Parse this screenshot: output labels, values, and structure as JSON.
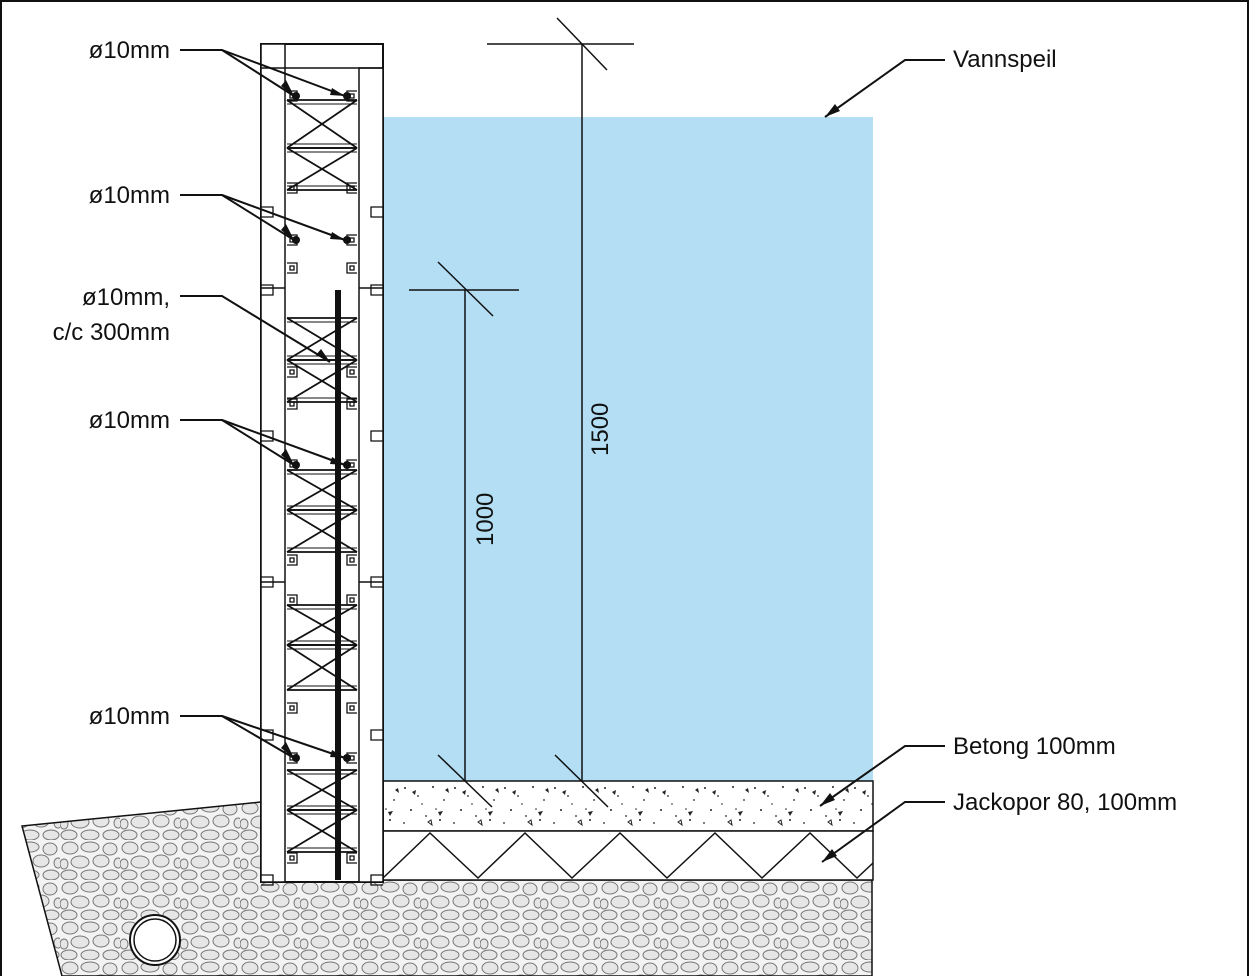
{
  "labels": {
    "rebar_1": "ø10mm",
    "rebar_2": "ø10mm",
    "rebar_3_line1": "ø10mm,",
    "rebar_3_line2": "c/c 300mm",
    "rebar_4": "ø10mm",
    "rebar_5": "ø10mm",
    "water_level": "Vannspeil",
    "concrete": "Betong 100mm",
    "insulation": "Jackopor 80, 100mm"
  },
  "dimensions": {
    "tall": "1500",
    "short": "1000"
  },
  "colors": {
    "water": "#b3def4",
    "line": "#111111",
    "gravel_fill": "#ececec"
  }
}
